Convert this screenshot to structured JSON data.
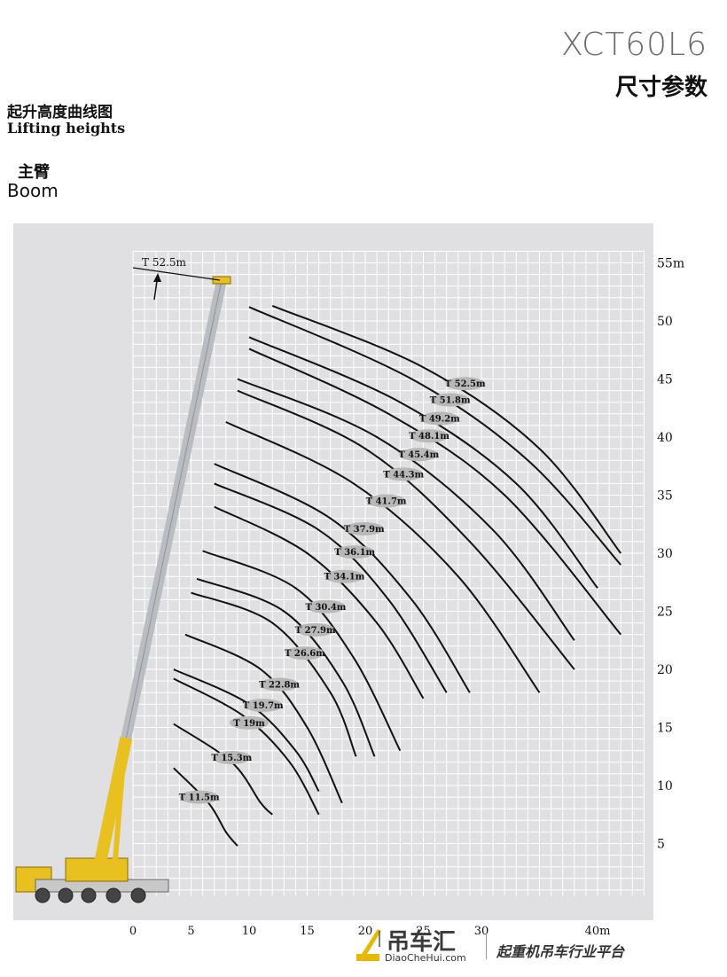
{
  "header": {
    "model": "XCT60L6",
    "subtitle": "尺寸参数"
  },
  "section": {
    "title_cn": "起升高度曲线图",
    "title_en": "Lifting heights",
    "boom_cn": "主臂",
    "boom_en": "Boom"
  },
  "watermark": {
    "name_cn": "吊车汇",
    "url": "DiaoCheHui.com",
    "tagline": "起重机吊车行业平台"
  },
  "colors": {
    "panel": "#e0e0e2",
    "grid": "#ffffff",
    "curve": "#111111",
    "label_bubble": "#b8b8b8",
    "boom_yellow": "#e8c020",
    "boom_grey": "#b9bcc0"
  },
  "chart_data": {
    "type": "line",
    "xlabel": "",
    "ylabel": "",
    "x_ticks": [
      "0",
      "5",
      "10",
      "15",
      "20",
      "25",
      "30",
      "40m"
    ],
    "x_tick_values": [
      0,
      5,
      10,
      15,
      20,
      25,
      30,
      40
    ],
    "y_ticks": [
      "5",
      "10",
      "15",
      "20",
      "25",
      "30",
      "35",
      "40",
      "45",
      "50",
      "55m"
    ],
    "y_tick_values": [
      5,
      10,
      15,
      20,
      25,
      30,
      35,
      40,
      45,
      50,
      55
    ],
    "xlim": [
      -10,
      44
    ],
    "ylim": [
      0,
      58
    ],
    "grid": true,
    "boom_tip_label": "T 52.5m",
    "series": [
      {
        "name": "T 52.5m",
        "points": [
          [
            12,
            51.3
          ],
          [
            25,
            46
          ],
          [
            35,
            39
          ],
          [
            42,
            30
          ]
        ],
        "label_at": [
          28.6,
          44.6
        ]
      },
      {
        "name": "T 51.8m",
        "points": [
          [
            10,
            51.2
          ],
          [
            24,
            45
          ],
          [
            34,
            38
          ],
          [
            42,
            29
          ]
        ],
        "label_at": [
          27.3,
          43.2
        ]
      },
      {
        "name": "T 49.2m",
        "points": [
          [
            10,
            48.6
          ],
          [
            23,
            43
          ],
          [
            33,
            36
          ],
          [
            40,
            27
          ]
        ],
        "label_at": [
          26.4,
          41.6
        ]
      },
      {
        "name": "T 48.1m",
        "points": [
          [
            10,
            47.6
          ],
          [
            22,
            42
          ],
          [
            32,
            35
          ],
          [
            42,
            23
          ]
        ],
        "label_at": [
          25.5,
          40.1
        ]
      },
      {
        "name": "T 45.4m",
        "points": [
          [
            9,
            45
          ],
          [
            21,
            40
          ],
          [
            31,
            32
          ],
          [
            38,
            22.5
          ]
        ],
        "label_at": [
          24.6,
          38.5
        ]
      },
      {
        "name": "T 44.3m",
        "points": [
          [
            9,
            44
          ],
          [
            20,
            39
          ],
          [
            29,
            31
          ],
          [
            38,
            20
          ]
        ],
        "label_at": [
          23.3,
          36.8
        ]
      },
      {
        "name": "T 41.7m",
        "points": [
          [
            8,
            41.3
          ],
          [
            19,
            36
          ],
          [
            28,
            28
          ],
          [
            35,
            18
          ]
        ],
        "label_at": [
          21.8,
          34.5
        ]
      },
      {
        "name": "T 37.9m",
        "points": [
          [
            7,
            37.7
          ],
          [
            17,
            33
          ],
          [
            24,
            26
          ],
          [
            29,
            18
          ]
        ],
        "label_at": [
          19.9,
          32.1
        ]
      },
      {
        "name": "T 36.1m",
        "points": [
          [
            7,
            36
          ],
          [
            16,
            32
          ],
          [
            22,
            26
          ],
          [
            27,
            18
          ]
        ],
        "label_at": [
          19.1,
          30.1
        ]
      },
      {
        "name": "T 34.1m",
        "points": [
          [
            7,
            34
          ],
          [
            15,
            30
          ],
          [
            21,
            24
          ],
          [
            25,
            17.5
          ]
        ],
        "label_at": [
          18.2,
          28
        ]
      },
      {
        "name": "T 30.4m",
        "points": [
          [
            6,
            30.2
          ],
          [
            14,
            27
          ],
          [
            19,
            21
          ],
          [
            23,
            13
          ]
        ],
        "label_at": [
          16.6,
          25.4
        ]
      },
      {
        "name": "T 27.9m",
        "points": [
          [
            5.5,
            27.8
          ],
          [
            13,
            25
          ],
          [
            18,
            19
          ],
          [
            20.8,
            12.5
          ]
        ],
        "label_at": [
          15.7,
          23.4
        ]
      },
      {
        "name": "T 26.6m",
        "points": [
          [
            5,
            26.6
          ],
          [
            12,
            24
          ],
          [
            17,
            18
          ],
          [
            19.2,
            12.5
          ]
        ],
        "label_at": [
          14.8,
          21.4
        ]
      },
      {
        "name": "T 22.8m",
        "points": [
          [
            4.5,
            23
          ],
          [
            11,
            20
          ],
          [
            15,
            15
          ],
          [
            18,
            8.5
          ]
        ],
        "label_at": [
          12.6,
          18.7
        ]
      },
      {
        "name": "T 19.7m",
        "points": [
          [
            3.5,
            20
          ],
          [
            10,
            17
          ],
          [
            14,
            13
          ],
          [
            16,
            9.5
          ]
        ],
        "label_at": [
          11.2,
          16.9
        ]
      },
      {
        "name": "T 19m",
        "points": [
          [
            3.5,
            19.2
          ],
          [
            9.5,
            16
          ],
          [
            13.5,
            12
          ],
          [
            16,
            7.5
          ]
        ],
        "label_at": [
          10,
          15.4
        ]
      },
      {
        "name": "T 15.3m",
        "points": [
          [
            3.5,
            15.3
          ],
          [
            8.5,
            12
          ],
          [
            11,
            8.5
          ],
          [
            12,
            7.5
          ]
        ],
        "label_at": [
          8.5,
          12.4
        ]
      },
      {
        "name": "T 11.5m",
        "points": [
          [
            3.5,
            11.5
          ],
          [
            6.5,
            8.5
          ],
          [
            8,
            6
          ],
          [
            9,
            4.8
          ]
        ],
        "label_at": [
          5.7,
          9
        ]
      }
    ]
  }
}
